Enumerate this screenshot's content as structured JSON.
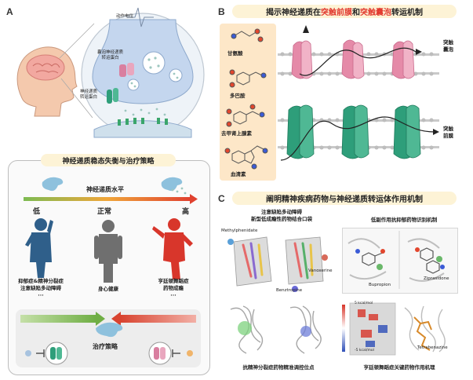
{
  "panelA": {
    "letter": "A",
    "synapse": {
      "action_potential": "动作电位",
      "vesicle_transporter": "囊泡神经递质\n转运蛋白",
      "neurotransmitter_transporter": "神经递质\n转运蛋白"
    },
    "strategy_box": {
      "title": "神经递质稳态失衡与治疗策略",
      "level_label": "神经递质水平",
      "low": "低",
      "normal": "正常",
      "high": "高",
      "disease_low": "抑郁症&精神分裂症\n注意缺陷多动障碍\n···",
      "disease_normal": "身心健康",
      "disease_high": "亨廷顿舞蹈症\n药物成瘾\n···",
      "therapy": "治疗策略"
    }
  },
  "panelB": {
    "letter": "B",
    "title_parts": [
      "揭示神经递质在",
      "突触前膜",
      "和",
      "突触囊泡",
      "转运机制"
    ],
    "molecules": [
      "甘氨酸",
      "多巴胺",
      "去甲肾上腺素",
      "血清素"
    ],
    "vesicle_label": "突触\n囊泡",
    "membrane_label": "突触\n前膜"
  },
  "panelC": {
    "letter": "C",
    "title": "阐明精神疾病药物与神经递质转运体作用机制",
    "sub_tl_title": "注意缺陷多动障碍\n新型低成瘾性药物结合口袋",
    "sub_tr_title": "低副作用抗抑郁药物识别机制",
    "sub_bl_title": "抗精神分裂症药物精准调控位点",
    "sub_br_title": "亨廷顿舞蹈症关键药物作用机理",
    "drugs": {
      "methylphenidate": "Methylphenidate",
      "vanoxerine": "Vanoxerine",
      "benztropine": "Benztropine",
      "bupropion": "Bupropion",
      "ziprasidone": "Ziprasidone",
      "tetrabenazine": "Tetrabenazine"
    },
    "colorbar_top": "5 kcal/mol",
    "colorbar_bottom": "-5 kcal/mol"
  },
  "colors": {
    "accent_red": "#e23a2f",
    "banner_bg": "#fdf3d6",
    "transporter_green": "#2e9e7a",
    "vesicle_pink": "#e58aa8",
    "low_gradient": "#7dbb52",
    "high_gradient": "#e0412f"
  }
}
